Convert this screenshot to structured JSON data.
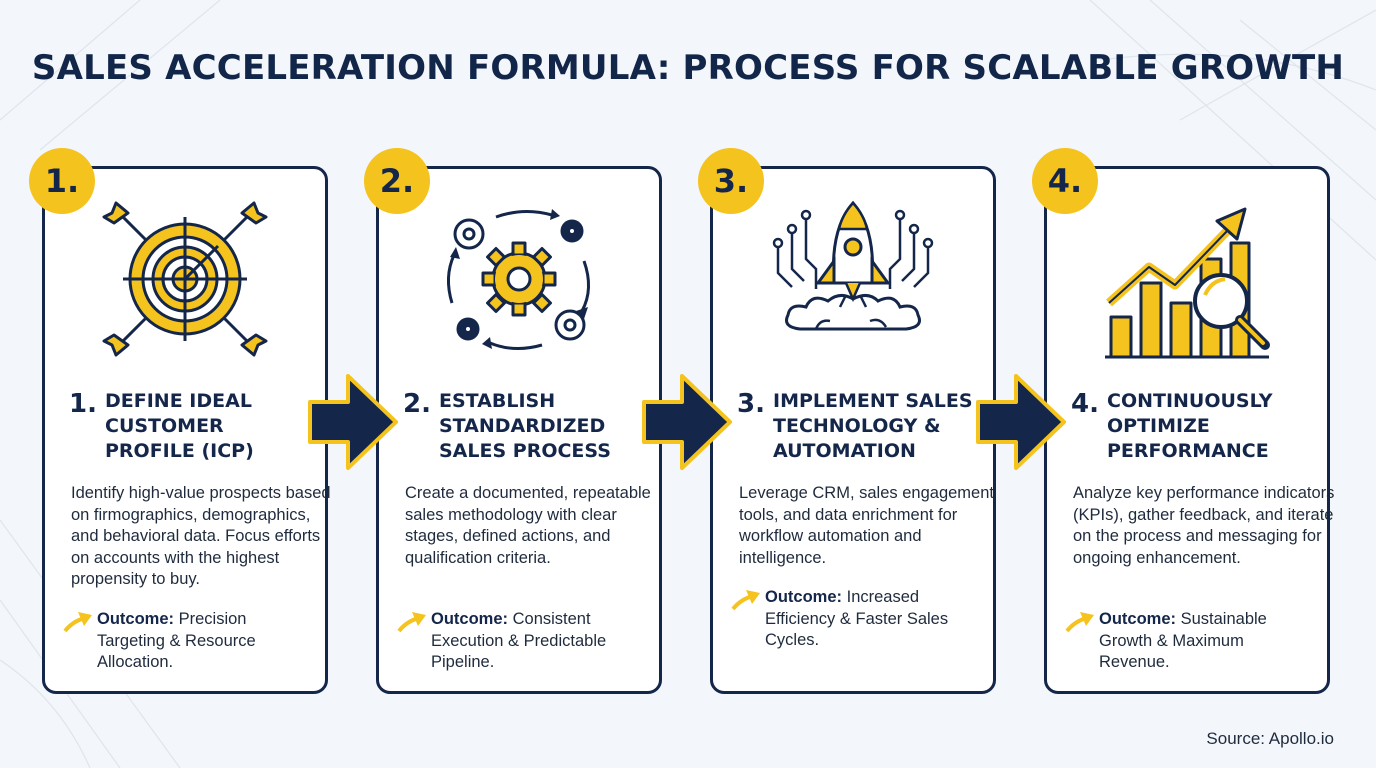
{
  "title": "SALES ACCELERATION FORMULA: PROCESS FOR SCALABLE GROWTH",
  "colors": {
    "navy": "#14264a",
    "yellow": "#f5c31d",
    "background": "#f3f6fa"
  },
  "steps": [
    {
      "badge": "1.",
      "number": "1.",
      "icon": "target-with-arrows-icon",
      "heading": "DEFINE IDEAL CUSTOMER PROFILE (ICP)",
      "description": "Identify high-value prospects based on firmographics, demographics, and behavioral data. Focus efforts on accounts with the highest propensity to buy.",
      "outcome_label": "Outcome:",
      "outcome_text": "Precision Targeting & Resource Allocation."
    },
    {
      "badge": "2.",
      "number": "2.",
      "icon": "gears-cycle-icon",
      "heading": "ESTABLISH STANDARDIZED SALES PROCESS",
      "description": "Create a documented, repeatable sales methodology with clear stages, defined actions, and qualification criteria.",
      "outcome_label": "Outcome:",
      "outcome_text": "Consistent Execution & Predictable Pipeline."
    },
    {
      "badge": "3.",
      "number": "3.",
      "icon": "rocket-circuit-icon",
      "heading": "IMPLEMENT SALES TECHNOLOGY & AUTOMATION",
      "description": "Leverage CRM, sales engagement tools, and data enrichment for workflow automation and intelligence.",
      "outcome_label": "Outcome:",
      "outcome_text": "Increased Efficiency & Faster Sales Cycles."
    },
    {
      "badge": "4.",
      "number": "4.",
      "icon": "growth-chart-magnifier-icon",
      "heading": "CONTINUOUSLY OPTIMIZE PERFORMANCE",
      "description": "Analyze key performance indicators (KPIs), gather feedback, and iterate on the process and messaging for ongoing enhancement.",
      "outcome_label": "Outcome:",
      "outcome_text": "Sustainable Growth & Maximum Revenue."
    }
  ],
  "source": "Source: Apollo.io"
}
